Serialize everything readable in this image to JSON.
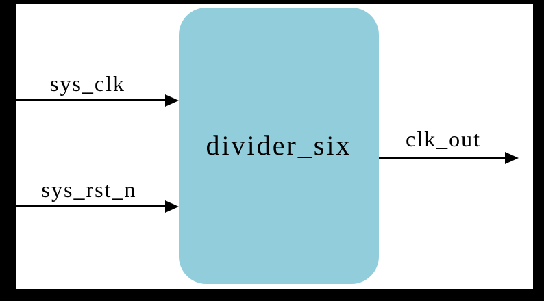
{
  "diagram": {
    "block": {
      "label": "divider_six"
    },
    "inputs": [
      {
        "label": "sys_clk"
      },
      {
        "label": "sys_rst_n"
      }
    ],
    "outputs": [
      {
        "label": "clk_out"
      }
    ],
    "colors": {
      "frame": "#000000",
      "background": "#ffffff",
      "block_fill": "#92cddc",
      "wire": "#000000",
      "text": "#000000"
    }
  }
}
